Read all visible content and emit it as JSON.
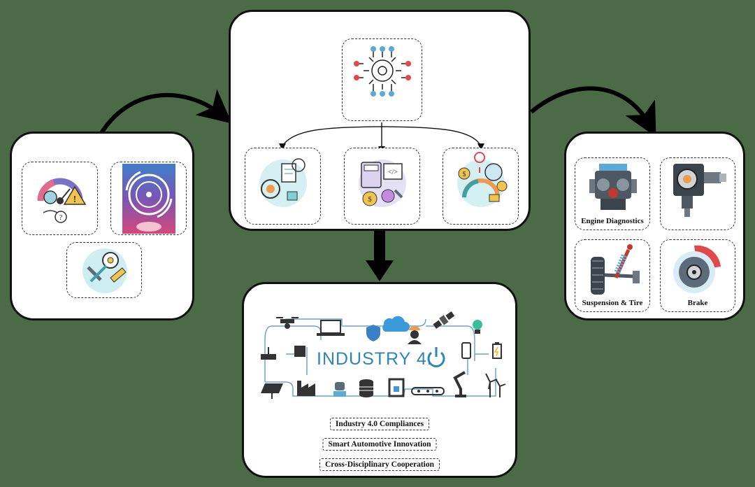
{
  "right_panel": {
    "items": [
      {
        "label": "Engine Diagnostics"
      },
      {
        "label": ""
      },
      {
        "label": "Suspension & Tire"
      },
      {
        "label": "Brake"
      }
    ]
  },
  "bottom_panel": {
    "title_a": "INDUSTRY 4.",
    "title_b": "0",
    "tags": [
      "Industry 4.0 Compliances",
      "Smart Automotive Innovation",
      "Cross-Disciplinary Cooperation"
    ]
  },
  "colors": {
    "background": "#4a6b45",
    "accent_blue": "#2c86b9",
    "accent_red": "#e2474b",
    "accent_yellow": "#f2c44b"
  },
  "icons": {
    "left": [
      "gauge-warning-icon",
      "rotation-cycle-icon",
      "turbo-tools-icon"
    ],
    "center": [
      "ai-gear-network-icon",
      "target-document-icon",
      "calculator-cost-icon",
      "global-finance-icon"
    ],
    "right": [
      "engine-icon",
      "starter-motor-icon",
      "suspension-tire-icon",
      "brake-disc-icon"
    ],
    "bottom": [
      "drone-icon",
      "laptop-icon",
      "shield-icon",
      "cloud-icon",
      "worker-icon",
      "satellite-icon",
      "bulb-icon",
      "router-icon",
      "chip-icon",
      "smartphone-icon",
      "battery-icon",
      "solar-panel-icon",
      "factory-icon",
      "robot-icon",
      "database-icon",
      "printer-3d-icon",
      "conveyor-icon",
      "robot-arm-icon",
      "wind-turbine-icon"
    ]
  }
}
